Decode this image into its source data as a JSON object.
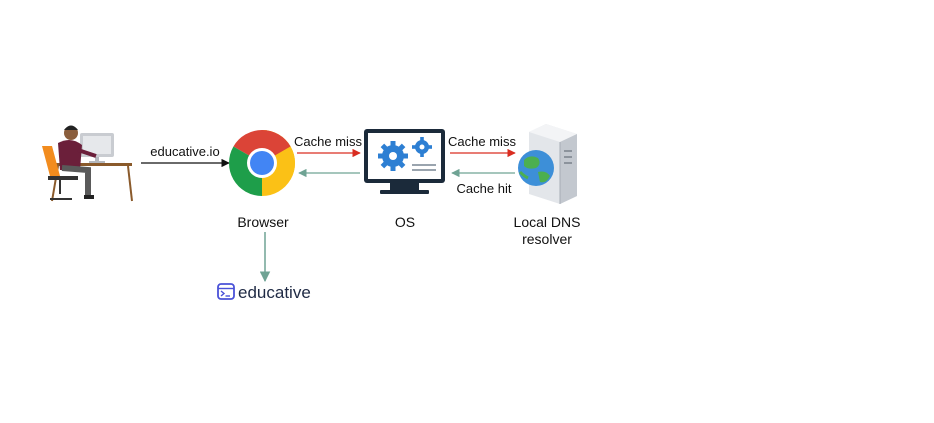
{
  "nodes": {
    "user": {
      "icon": "person-at-computer-icon"
    },
    "browser": {
      "label": "Browser",
      "icon": "chrome-icon"
    },
    "os": {
      "label": "OS",
      "icon": "monitor-gears-icon"
    },
    "dns": {
      "label_line1": "Local DNS",
      "label_line2": "resolver",
      "icon": "dns-server-globe-icon"
    },
    "educative": {
      "label": "educative",
      "icon": "educative-logo-icon"
    }
  },
  "edges": {
    "user_to_browser": {
      "label": "educative.io"
    },
    "browser_to_os": {
      "label": "Cache miss"
    },
    "os_to_dns": {
      "label": "Cache miss"
    },
    "dns_to_os": {
      "label": "Cache hit"
    }
  },
  "colors": {
    "black_arrow": "#111111",
    "red_arrow": "#d92d20",
    "teal_arrow": "#6fa394",
    "educative_blue": "#4a52d8"
  }
}
